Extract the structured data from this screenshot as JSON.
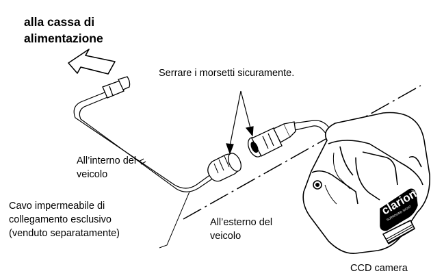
{
  "labels": {
    "power_line1": "alla cassa di",
    "power_line2": "alimentazione",
    "tighten": "Serrare i morsetti sicuramente.",
    "inside_line1": "All’interno del",
    "inside_line2": "veicolo",
    "cable_line1": "Cavo impermeabile di",
    "cable_line2": "collegamento esclusivo",
    "cable_line3": "(venduto separatamente)",
    "outside_line1": "All’esterno del",
    "outside_line2": "veicolo",
    "camera": "CCD camera"
  },
  "brand": {
    "logo_text": "clarion",
    "tm": "TM",
    "sub": "SURROUND SIGHT"
  }
}
